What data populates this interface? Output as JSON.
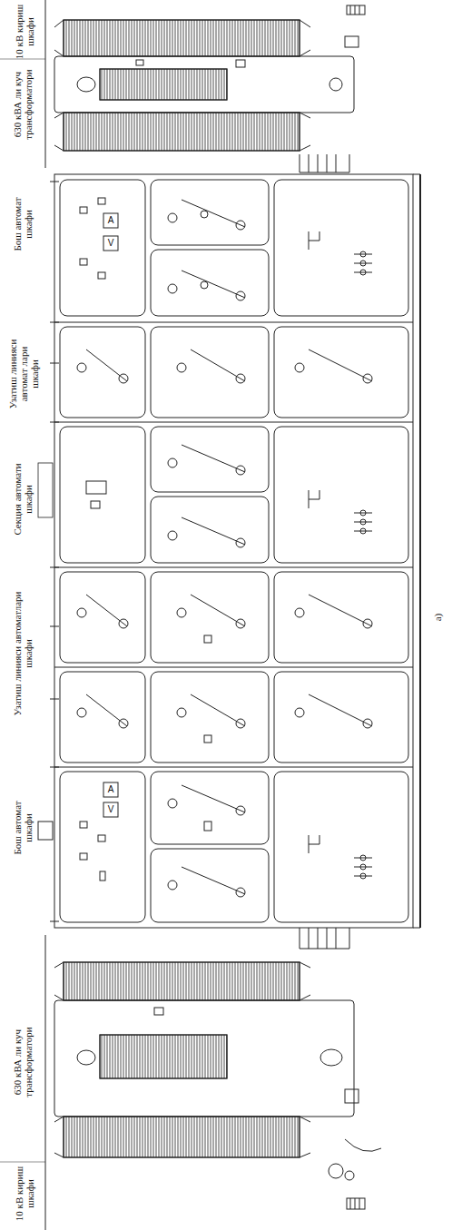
{
  "diagram": {
    "labels": [
      "10 кВ кириш шкафи",
      "630 кВА ли куч трансформатори",
      "Бош автомат шкафи",
      "Узатиш линияси автомат лари шкафи",
      "Секция автомати шкафи",
      "Узатиш линияси автоматлари шкафи",
      "Бош автомат шкафи",
      "630 кВА ли куч трансформатори",
      "10 кВ кириш шкафи",
      "A",
      "V",
      "A",
      "V",
      "а)"
    ]
  }
}
